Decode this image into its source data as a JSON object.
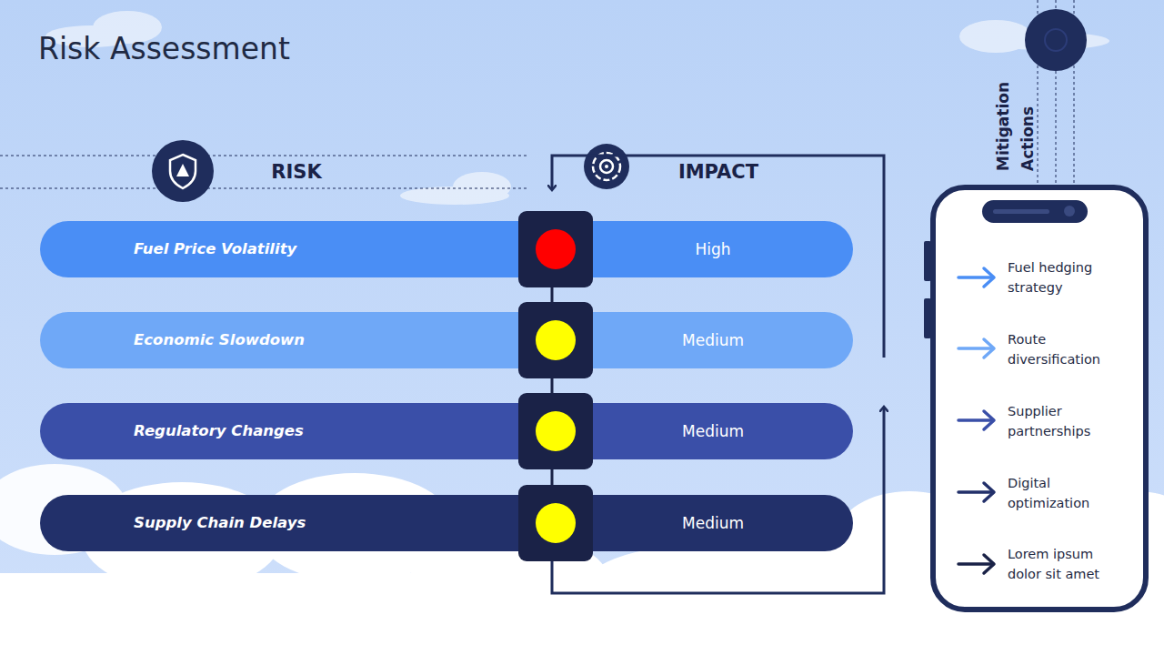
{
  "diagram": {
    "title": "Risk Assessment",
    "nodes": [
      {
        "text": [
          "Fuel Price Volatility",
          "High"
        ]
      },
      {
        "text": [
          "Economic Slowdown",
          "Medium"
        ]
      },
      {
        "text": [
          "Regulatory Changes",
          "Medium"
        ]
      },
      {
        "text": [
          "Supply Chain Delays",
          "Medium"
        ]
      },
      {
        "text": [
          "Mitigation Actions",
          "Fuel hedging strategy",
          "Route diversification",
          "Supplier partnerships",
          "Digital optimization",
          "Lorem ipsum dolor sit amet"
        ]
      }
    ],
    "labels": [
      "RISK",
      "IMPACT"
    ]
  }
}
